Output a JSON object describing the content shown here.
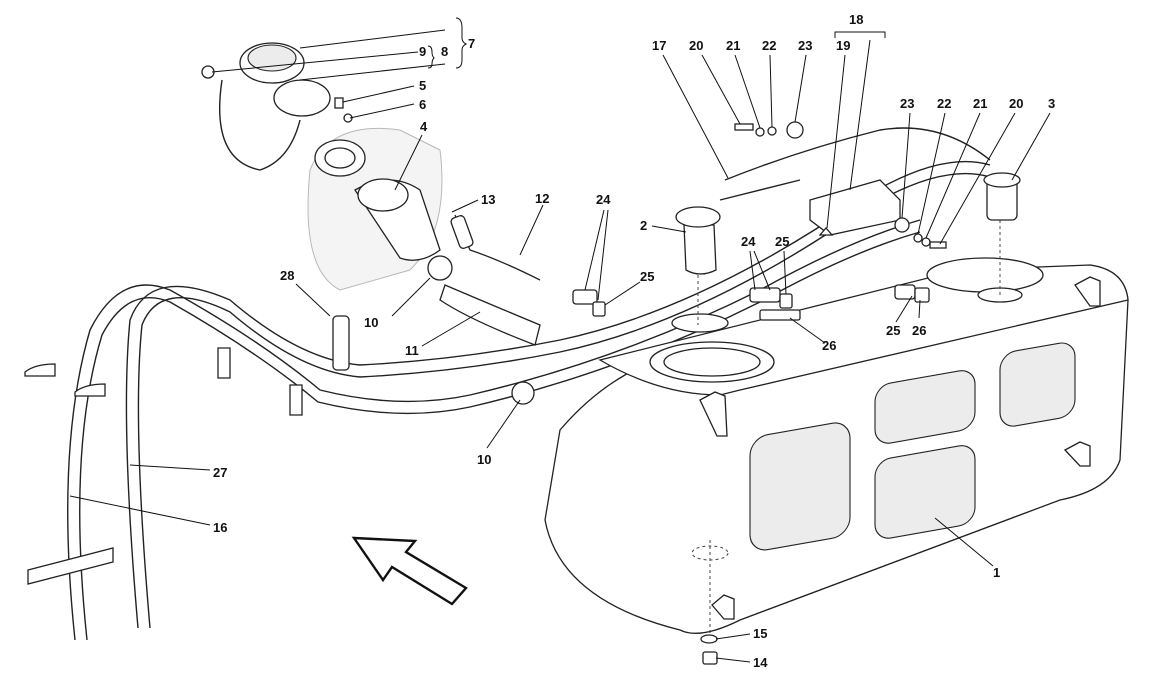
{
  "diagram": {
    "callouts": [
      {
        "id": "c1",
        "text": "1"
      },
      {
        "id": "c2",
        "text": "2"
      },
      {
        "id": "c3",
        "text": "3"
      },
      {
        "id": "c4",
        "text": "4"
      },
      {
        "id": "c5",
        "text": "5"
      },
      {
        "id": "c6",
        "text": "6"
      },
      {
        "id": "c7",
        "text": "7"
      },
      {
        "id": "c8",
        "text": "8"
      },
      {
        "id": "c9",
        "text": "9"
      },
      {
        "id": "c10a",
        "text": "10"
      },
      {
        "id": "c10b",
        "text": "10"
      },
      {
        "id": "c11",
        "text": "11"
      },
      {
        "id": "c12",
        "text": "12"
      },
      {
        "id": "c13",
        "text": "13"
      },
      {
        "id": "c14",
        "text": "14"
      },
      {
        "id": "c15",
        "text": "15"
      },
      {
        "id": "c16",
        "text": "16"
      },
      {
        "id": "c17",
        "text": "17"
      },
      {
        "id": "c18",
        "text": "18"
      },
      {
        "id": "c19",
        "text": "19"
      },
      {
        "id": "c20a",
        "text": "20"
      },
      {
        "id": "c20b",
        "text": "20"
      },
      {
        "id": "c21a",
        "text": "21"
      },
      {
        "id": "c21b",
        "text": "21"
      },
      {
        "id": "c22a",
        "text": "22"
      },
      {
        "id": "c22b",
        "text": "22"
      },
      {
        "id": "c23a",
        "text": "23"
      },
      {
        "id": "c23b",
        "text": "23"
      },
      {
        "id": "c24a",
        "text": "24"
      },
      {
        "id": "c24b",
        "text": "24"
      },
      {
        "id": "c25a",
        "text": "25"
      },
      {
        "id": "c25b",
        "text": "25"
      },
      {
        "id": "c25c",
        "text": "25"
      },
      {
        "id": "c26a",
        "text": "26"
      },
      {
        "id": "c26b",
        "text": "26"
      },
      {
        "id": "c27",
        "text": "27"
      },
      {
        "id": "c28",
        "text": "28"
      }
    ]
  }
}
